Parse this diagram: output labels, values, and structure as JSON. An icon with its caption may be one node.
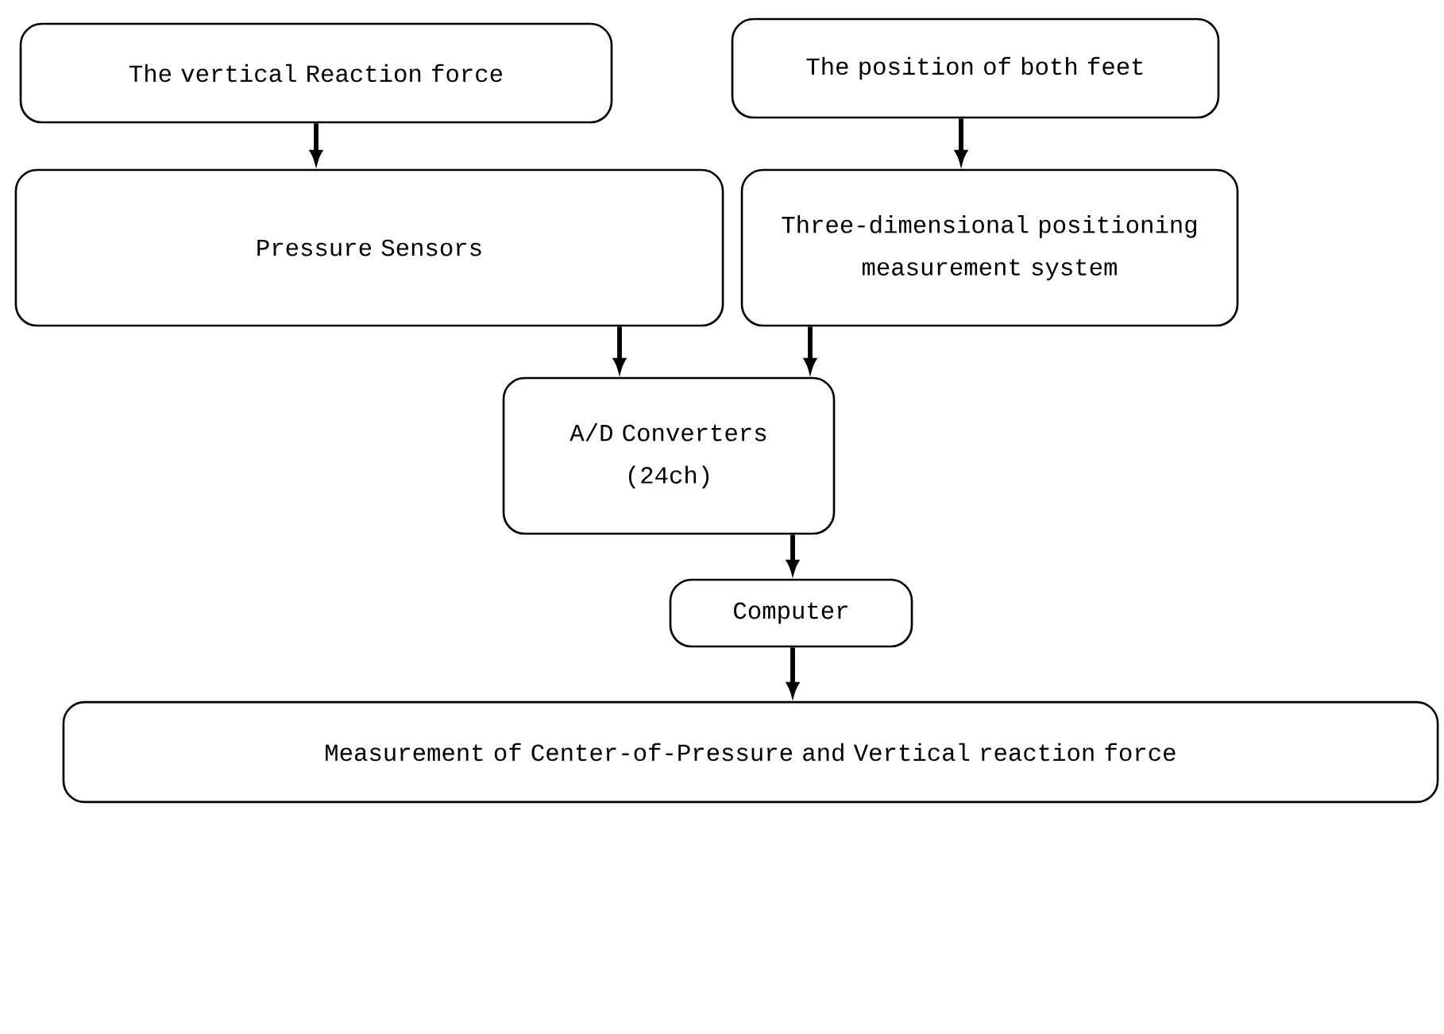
{
  "diagram": {
    "nodes": [
      {
        "text": [
          "The vertical Reaction force"
        ]
      },
      {
        "text": [
          "The position of both feet"
        ]
      },
      {
        "text": [
          "Pressure Sensors"
        ]
      },
      {
        "text": [
          "Three-dimensional positioning measurement system"
        ]
      },
      {
        "text": [
          "A/D Converters (24ch)"
        ]
      },
      {
        "text": [
          "Computer"
        ]
      },
      {
        "text": [
          "Measurement of Center-of-Pressure and Vertical reaction force"
        ]
      }
    ],
    "edges": [
      {
        "from": 0,
        "to": 2,
        "arrow": "to"
      },
      {
        "from": 1,
        "to": 3,
        "arrow": "to"
      },
      {
        "from": 2,
        "to": 4,
        "arrow": "to"
      },
      {
        "from": 3,
        "to": 4,
        "arrow": "to"
      },
      {
        "from": 4,
        "to": 5,
        "arrow": "to"
      },
      {
        "from": 5,
        "to": 6,
        "arrow": "to"
      }
    ]
  }
}
